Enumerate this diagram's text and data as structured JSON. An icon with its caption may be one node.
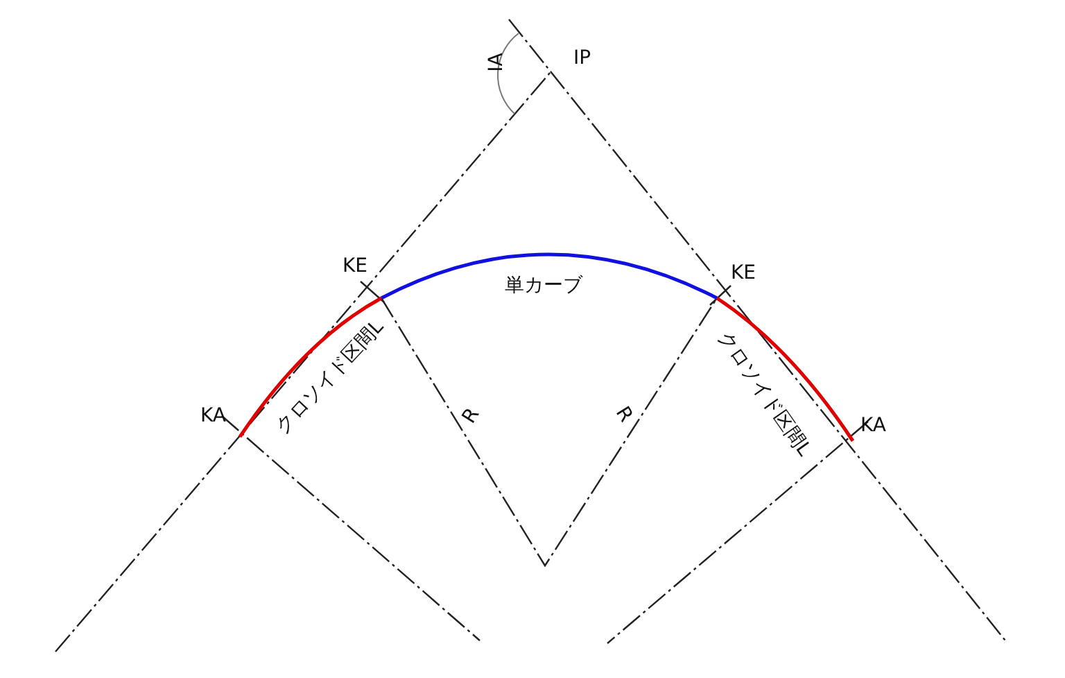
{
  "diagram": {
    "labels": [
      "IA",
      "IP",
      "KE",
      "KE",
      "単カーブ",
      "クロソイド区間L",
      "クロソイド区間L",
      "KA",
      "KA",
      "R",
      "R"
    ]
  }
}
